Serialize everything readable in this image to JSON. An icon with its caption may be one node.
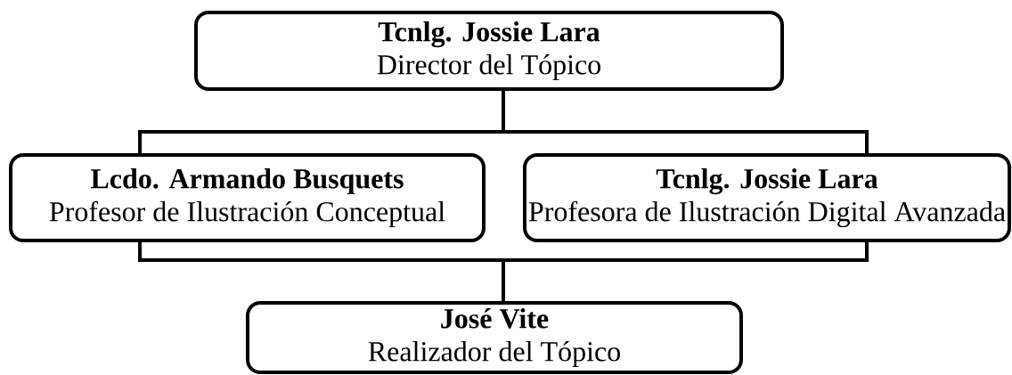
{
  "diagram": {
    "nodes": [
      {
        "text": [
          "Tcnlg. Jossie Lara",
          "Director del Tópico"
        ]
      },
      {
        "text": [
          "Lcdo. Armando Busquets",
          "Profesor de Ilustración Conceptual"
        ]
      },
      {
        "text": [
          "Tcnlg. Jossie Lara",
          "Profesora de Ilustración Digital Avanzada"
        ]
      },
      {
        "text": [
          "José Vite",
          "Realizador del Tópico"
        ]
      }
    ],
    "edges": [
      {
        "from": 0,
        "to": 1,
        "arrow": "none"
      },
      {
        "from": 0,
        "to": 2,
        "arrow": "none"
      },
      {
        "from": 1,
        "to": 3,
        "arrow": "none"
      },
      {
        "from": 2,
        "to": 3,
        "arrow": "none"
      }
    ]
  }
}
